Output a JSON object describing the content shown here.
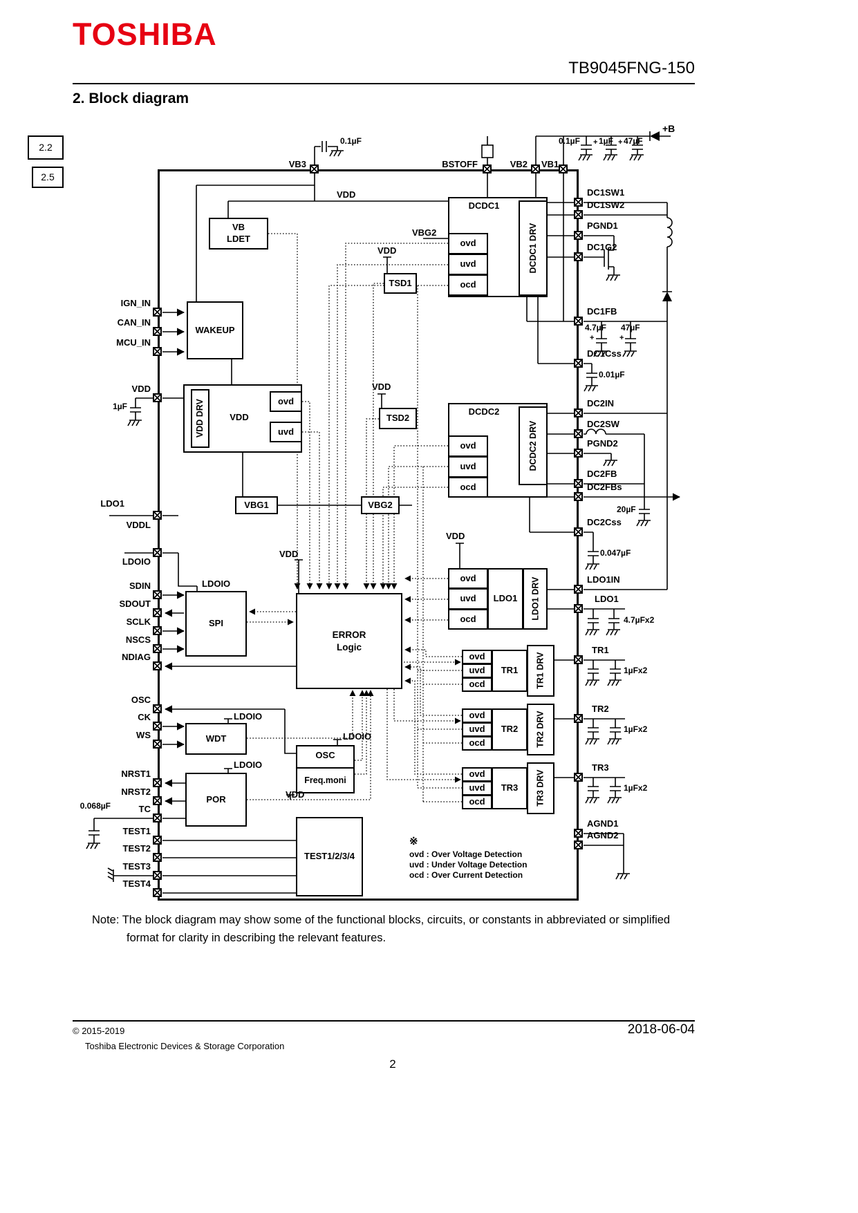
{
  "colors": {
    "brand": "#e60012",
    "ink": "#000000",
    "paper": "#ffffff"
  },
  "header": {
    "logo": "TOSHIBA",
    "part_number": "TB9045FNG-150",
    "section_title": "2. Block diagram",
    "ref_top": "2.2",
    "ref_bottom": "2.5"
  },
  "top": {
    "cap_vb3": "0.1µF",
    "vb3": "VB3",
    "bstoff": "BSTOFF",
    "vb2": "VB2",
    "vb1": "VB1",
    "cap_a": "0.1µF",
    "cap_b": "1µF",
    "cap_c": "47µF",
    "plus": "+",
    "battery": "+B"
  },
  "left": {
    "ign_in": "IGN_IN",
    "can_in": "CAN_IN",
    "mcu_in": "MCU_IN",
    "vdd": "VDD",
    "cap_vdd": "1µF",
    "ldo1": "LDO1",
    "vddl": "VDDL",
    "ldoio": "LDOIO",
    "sdin": "SDIN",
    "sdout": "SDOUT",
    "sclk": "SCLK",
    "nscs": "NSCS",
    "ndiag": "NDIAG",
    "osc": "OSC",
    "ck": "CK",
    "ws": "WS",
    "nrst1": "NRST1",
    "nrst2": "NRST2",
    "tc": "TC",
    "cap_tc": "0.068µF",
    "test1": "TEST1",
    "test2": "TEST2",
    "test3": "TEST3",
    "test4": "TEST4"
  },
  "right": {
    "dc1sw1": "DC1SW1",
    "dc1sw2": "DC1SW2",
    "pgnd1": "PGND1",
    "dc1g2": "DC1G2",
    "dc1fb": "DC1FB",
    "cap_dc1fb_a": "4.7µF",
    "cap_dc1fb_b": "47µF",
    "dc1css": "DC1Css",
    "cap_dc1css": "0.01µF",
    "dc2in": "DC2IN",
    "dc2sw": "DC2SW",
    "pgnd2": "PGND2",
    "dc2fb": "DC2FB",
    "dc2fbs": "DC2FBs",
    "cap_dc2": "20µF",
    "dc2css": "DC2Css",
    "cap_dc2css": "0.047µF",
    "ldo1in": "LDO1IN",
    "ldo1": "LDO1",
    "cap_ldo1": "4.7µFx2",
    "tr1": "TR1",
    "tr2": "TR2",
    "tr3": "TR3",
    "cap_tr": "1µFx2",
    "agnd1": "AGND1",
    "agnd2": "AGND2"
  },
  "blocks": {
    "vb_ldet_1": "VB",
    "vb_ldet_2": "LDET",
    "wakeup": "WAKEUP",
    "vdd_drv": "VDD DRV",
    "vdd": "VDD",
    "ovd": "ovd",
    "uvd": "uvd",
    "ocd": "ocd",
    "tsd1": "TSD1",
    "tsd2": "TSD2",
    "dcdc1": "DCDC1",
    "dcdc1_drv": "DCDC1 DRV",
    "dcdc2": "DCDC2",
    "dcdc2_drv": "DCDC2 DRV",
    "vbg1": "VBG1",
    "vbg2": "VBG2",
    "spi": "SPI",
    "error_1": "ERROR",
    "error_2": "Logic",
    "ldo1": "LDO1",
    "ldo1_drv": "LDO1 DRV",
    "tr1": "TR1",
    "tr1_drv": "TR1 DRV",
    "tr2": "TR2",
    "tr2_drv": "TR2 DRV",
    "tr3": "TR3",
    "tr3_drv": "TR3 DRV",
    "wdt": "WDT",
    "osc": "OSC",
    "freq_moni": "Freq.moni",
    "por": "POR",
    "test": "TEST1/2/3/4"
  },
  "nets": {
    "vdd": "VDD",
    "vbg2": "VBG2",
    "ldoio": "LDOIO"
  },
  "legend": {
    "mark": "※",
    "ovd": "ovd : Over Voltage Detection",
    "uvd": "uvd : Under Voltage Detection",
    "ocd": "ocd : Over Current Detection"
  },
  "note": {
    "line1": "Note: The block diagram may show some of the functional blocks, circuits, or constants in abbreviated or simplified",
    "line2": "format for clarity in describing the relevant features."
  },
  "footer": {
    "copyright": "© 2015-2019",
    "company": "Toshiba Electronic Devices & Storage Corporation",
    "date": "2018-06-04",
    "page": "2"
  }
}
